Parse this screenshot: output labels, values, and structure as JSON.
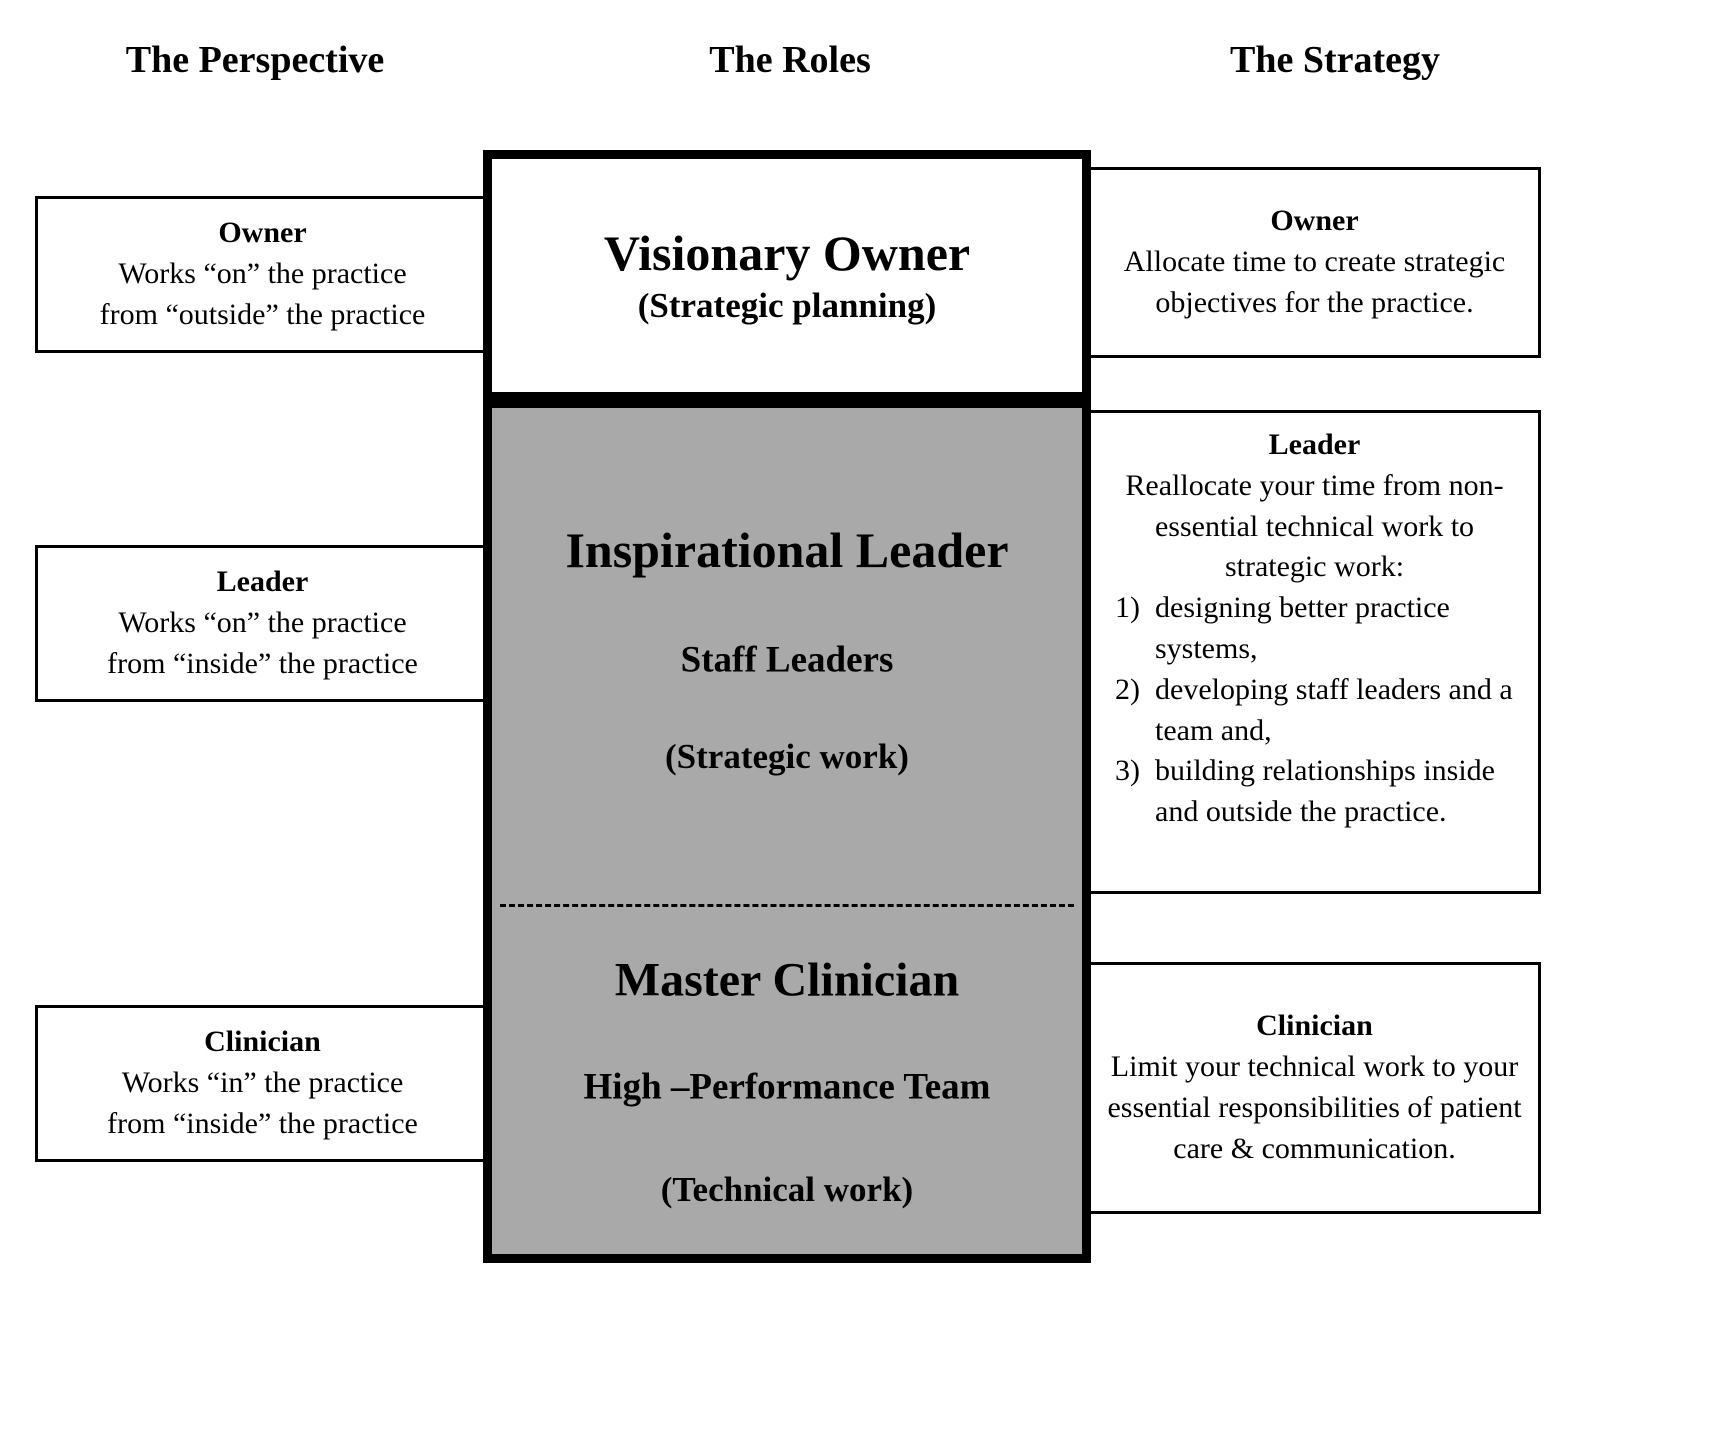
{
  "headers": {
    "perspective": "The Perspective",
    "roles": "The Roles",
    "strategy": "The Strategy"
  },
  "perspective": [
    {
      "title": "Owner",
      "lines": [
        "Works “on” the practice",
        "from “outside” the practice"
      ]
    },
    {
      "title": "Leader",
      "lines": [
        "Works “on” the practice",
        "from “inside” the practice"
      ]
    },
    {
      "title": "Clinician",
      "lines": [
        "Works “in” the practice",
        "from “inside” the practice"
      ]
    }
  ],
  "roles": {
    "owner": {
      "title": "Visionary Owner",
      "subtitle": "(Strategic planning)"
    },
    "leader": {
      "title": "Inspirational Leader",
      "team": "Staff Leaders",
      "work": "(Strategic work)"
    },
    "clinician": {
      "title": "Master Clinician",
      "team": "High –Performance Team",
      "work": "(Technical work)"
    }
  },
  "strategy": [
    {
      "title": "Owner",
      "body": "Allocate time to create strategic objectives for the practice."
    },
    {
      "title": "Leader",
      "intro": "Reallocate your time from non-essential technical work to strategic work:",
      "items": [
        {
          "num": "1)",
          "text": "designing better practice systems,"
        },
        {
          "num": "2)",
          "text": "developing staff leaders and a team and,"
        },
        {
          "num": "3)",
          "text": "building relationships inside and outside the practice."
        }
      ]
    },
    {
      "title": "Clinician",
      "body": "Limit your technical work to your essential responsibilities of patient care & communication."
    }
  ],
  "colors": {
    "background": "#ffffff",
    "box_fill": "#ffffff",
    "gray_fill": "#a9a9a9",
    "border": "#000000"
  }
}
